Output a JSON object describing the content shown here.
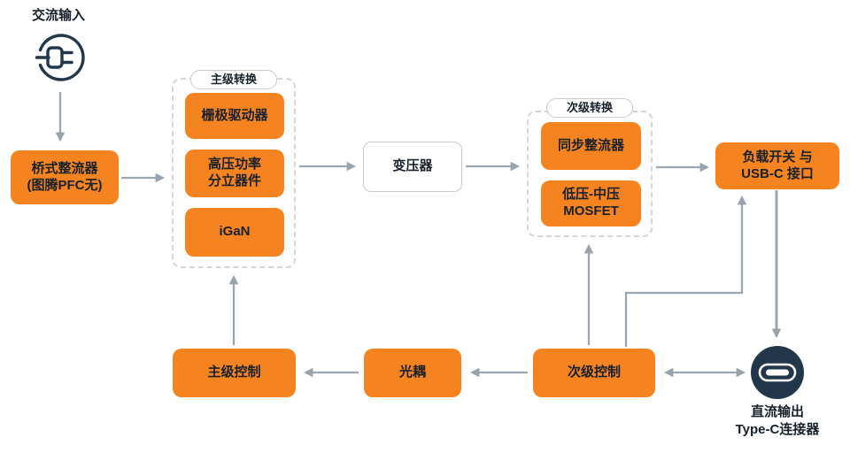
{
  "diagram_title": "AC-DC USB-C power adapter block diagram",
  "colors": {
    "block_orange": "#F5831F",
    "icon_navy": "#22384A",
    "arrow_gray": "#9AA6B0",
    "dashed_border_gray": "#D3D7DB",
    "text": "#17212b"
  },
  "labels": {
    "ac_input": "交流输入",
    "dc_output": "直流输出\nType-C连接器"
  },
  "groups": {
    "primary": {
      "title": "主级转换"
    },
    "secondary": {
      "title": "次级转换"
    }
  },
  "nodes": {
    "bridge_rectifier": "桥式整流器\n(图腾PFC无)",
    "gate_driver": "栅极驱动器",
    "hv_power_discretes": "高压功率\n分立器件",
    "igan": "iGaN",
    "transformer": "变压器",
    "sync_rectifier": "同步整流器",
    "lv_mv_mosfet": "低压-中压\nMOSFET",
    "load_switch_usbc": "负载开关 与\nUSB-C 接口",
    "primary_control": "主级控制",
    "optocoupler": "光耦",
    "secondary_control": "次级控制"
  },
  "icons": {
    "ac_plug": "ac-plug",
    "usb_c": "usb-c-connector"
  }
}
